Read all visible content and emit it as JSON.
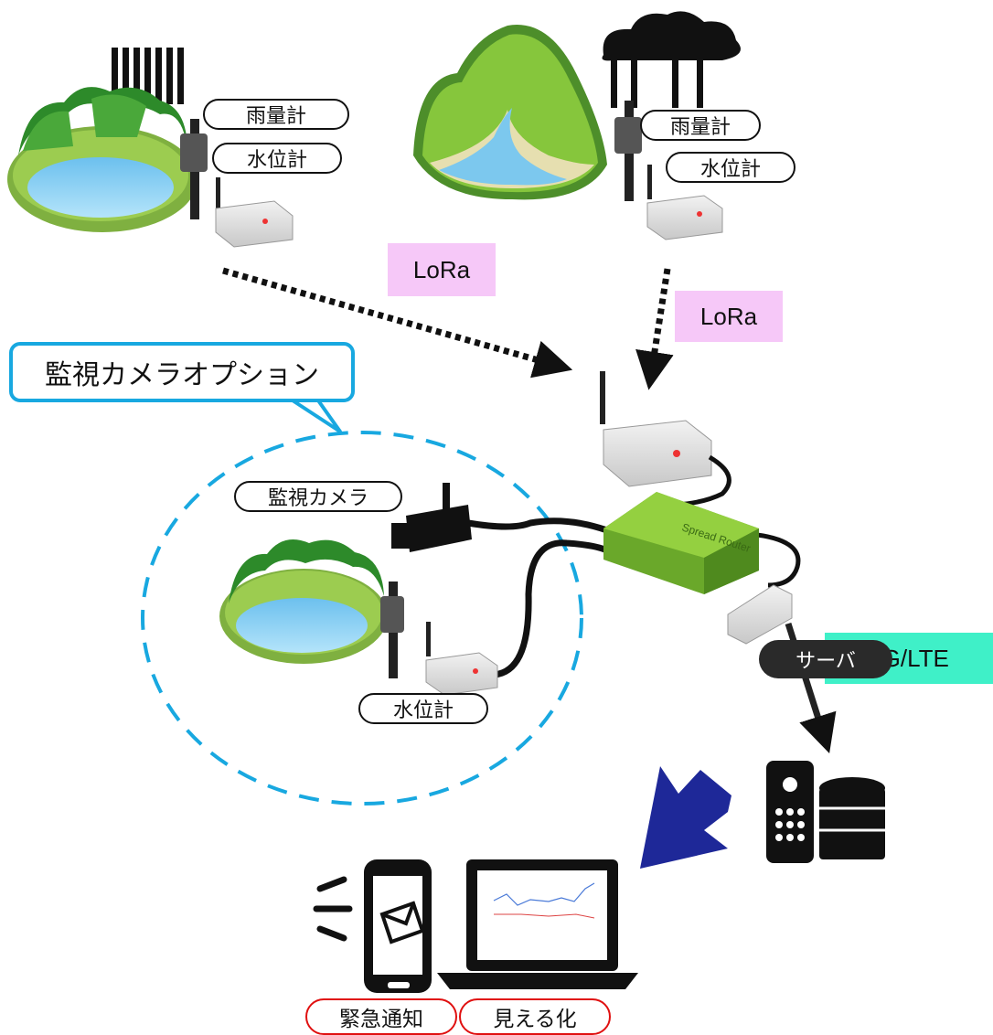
{
  "labels": {
    "rain_gauge_left": "雨量計",
    "water_gauge_left": "水位計",
    "rain_gauge_right": "雨量計",
    "water_gauge_right": "水位計",
    "lora_left": "LoRa",
    "lora_right": "LoRa",
    "camera_option": "監視カメラオプション",
    "camera": "監視カメラ",
    "water_gauge_bottom": "水位計",
    "network": "3G/LTE",
    "server": "サーバ",
    "emergency_notify": "緊急通知",
    "visualization": "見える化",
    "router_text": "Spread Router"
  },
  "colors": {
    "lora_tag": "#f6c8f8",
    "lte_tag": "#3ff0c8",
    "callout_border": "#18a8e0",
    "notice_border": "#e01010",
    "arrow_blue": "#1e2898",
    "router_green": "#8ac83c",
    "forest_green": "#3a9a2a",
    "water_blue": "#8cd0f0"
  },
  "icons": [
    "pond-icon",
    "mountain-river-icon",
    "rain-cloud-icon",
    "rain-icon",
    "sensor-box-icon",
    "camera-icon",
    "router-icon",
    "modem-icon",
    "server-icon",
    "database-icon",
    "smartphone-icon",
    "laptop-icon",
    "mail-icon"
  ]
}
